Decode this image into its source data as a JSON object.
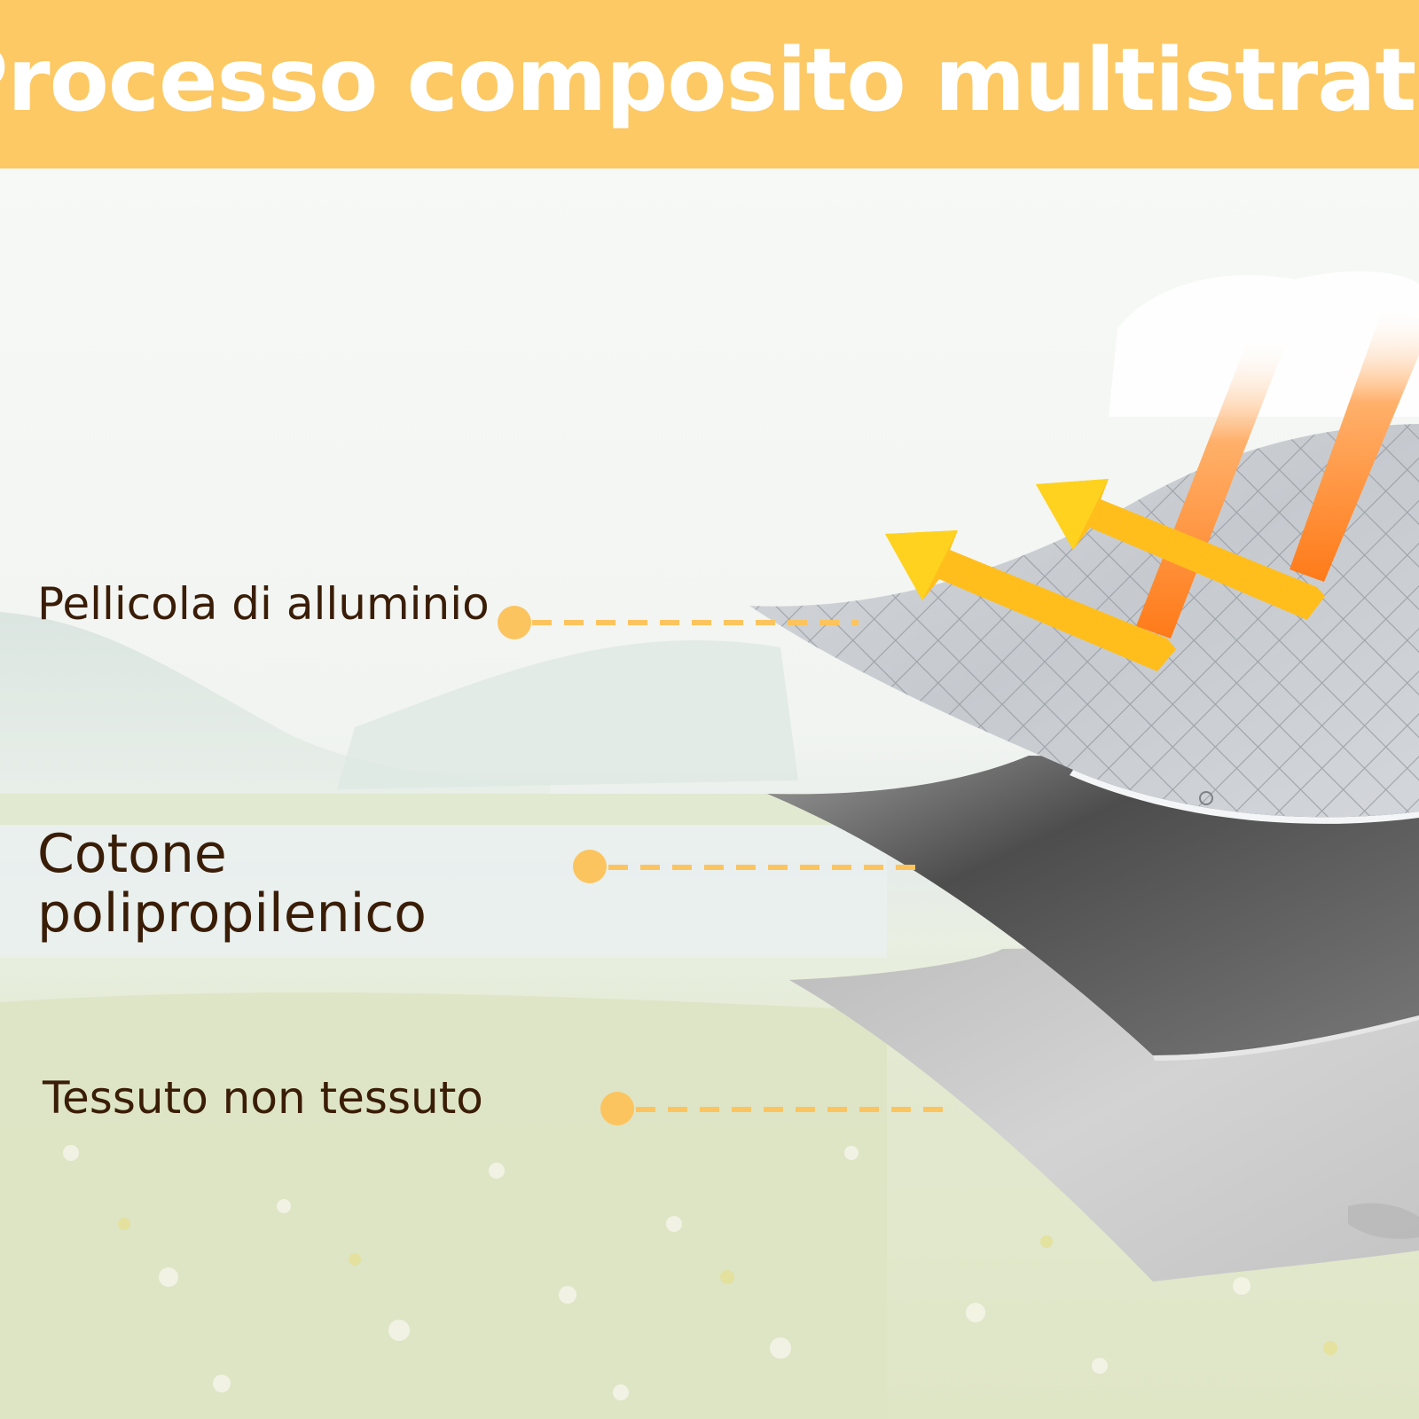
{
  "header": {
    "title": "Processo composito multistrato"
  },
  "layers": [
    {
      "label": "Pellicola di alluminio"
    },
    {
      "label_line1": "Cotone",
      "label_line2": "polipropilenico"
    },
    {
      "label": "Tessuto non tessuto"
    }
  ],
  "colors": {
    "banner": "#fdc964",
    "label_text": "#3a1d07",
    "callout": "#fcc45e",
    "arrow_orange": "#ff8a2a",
    "arrow_yellow": "#ffc21a",
    "foil": "#c9ccd1",
    "cotton": "#5a5a5a",
    "nonwoven": "#c8c8c8"
  },
  "icons": {
    "heat_rays": "reflected-heat-arrows-icon"
  }
}
